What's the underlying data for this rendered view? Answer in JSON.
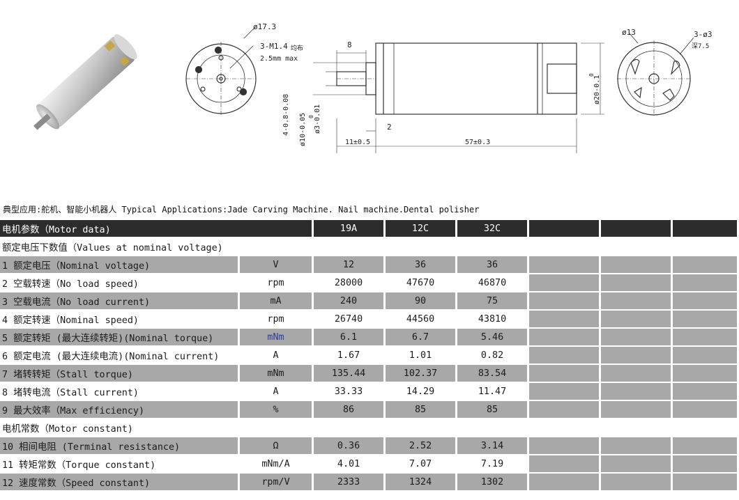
{
  "drawing": {
    "d_flange": "ø17.3",
    "thread": "3-M1.4",
    "thread_note": "均布",
    "depth_max": "2.5mm max",
    "dim_8": "8",
    "dim_2": "2",
    "dim_shaft_len": "11±0.5",
    "dim_body_len": "57±0.3",
    "dim_boss": "ø10-0.05",
    "dim_shaft": "ø3-0.01",
    "dim_shaft_tol": "0",
    "dim_holes": "4-0.8-0.08",
    "dim_body_d": "ø20-0.1",
    "dim_body_tol": "0",
    "d_rear": "ø13",
    "rear_holes": "3-ø3",
    "rear_depth": "深7.5"
  },
  "applications": "典型应用:舵机、智能小机器人  Typical Applications:Jade Carving Machine. Nail machine.Dental polisher",
  "table": {
    "header": {
      "label": "电机参数（Motor data)",
      "models": [
        "19A",
        "12C",
        "32C"
      ]
    },
    "section1": "额定电压下数值（Values at nominal voltage)",
    "section2": "电机常数（Motor constant)",
    "rows1": [
      {
        "label": "1 额定电压（Nominal voltage)",
        "unit": "V",
        "vals": [
          "12",
          "36",
          "36"
        ]
      },
      {
        "label": "2 空载转速（No load speed)",
        "unit": "rpm",
        "vals": [
          "28000",
          "47670",
          "46870"
        ]
      },
      {
        "label": "3 空载电流（No load current)",
        "unit": "mA",
        "vals": [
          "240",
          "90",
          "75"
        ]
      },
      {
        "label": "4 额定转速（Nominal speed)",
        "unit": "rpm",
        "vals": [
          "26740",
          "44560",
          "43810"
        ]
      },
      {
        "label": "5 额定转矩 (最大连续转矩)(Nominal torque)",
        "unit": "mNm",
        "vals": [
          "6.1",
          "6.7",
          "5.46"
        ]
      },
      {
        "label": "6 额定电流 (最大连续电流)(Nominal current)",
        "unit": "A",
        "vals": [
          "1.67",
          "1.01",
          "0.82"
        ]
      },
      {
        "label": "7 堵转转矩（Stall torque)",
        "unit": "mNm",
        "vals": [
          "135.44",
          "102.37",
          "83.54"
        ]
      },
      {
        "label": "8 堵转电流（Stall current)",
        "unit": "A",
        "vals": [
          "33.33",
          "14.29",
          "11.47"
        ]
      },
      {
        "label": "9 最大效率（Max efficiency)",
        "unit": "%",
        "vals": [
          "86",
          "85",
          "85"
        ]
      }
    ],
    "rows2": [
      {
        "label": "10 相间电阻 (Terminal resistance)",
        "unit": "Ω",
        "vals": [
          "0.36",
          "2.52",
          "3.14"
        ]
      },
      {
        "label": "11 转矩常数（Torque constant)",
        "unit": "mNm/A",
        "vals": [
          "4.01",
          "7.07",
          "7.19"
        ]
      },
      {
        "label": "12 速度常数（Speed constant)",
        "unit": "rpm/V",
        "vals": [
          "2333",
          "1324",
          "1302"
        ]
      }
    ]
  }
}
